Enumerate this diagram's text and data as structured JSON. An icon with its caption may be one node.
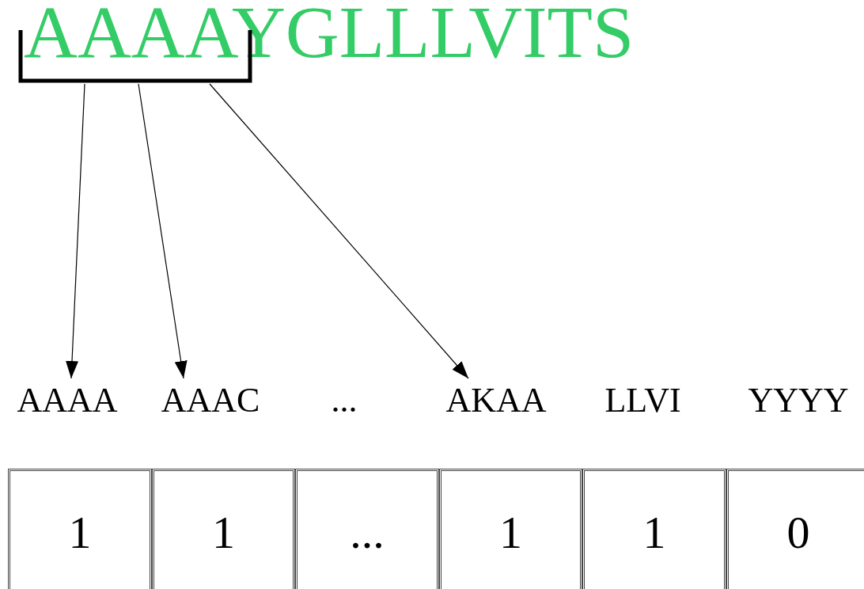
{
  "diagram": {
    "nodes": [
      {
        "text": [],
        "shape": "bracket"
      },
      {
        "text": [
          "AAAA"
        ]
      },
      {
        "text": [
          "AAAC"
        ]
      },
      {
        "text": [
          "..."
        ]
      },
      {
        "text": [
          "AKAA"
        ]
      },
      {
        "text": [
          "LLVI"
        ]
      },
      {
        "text": [
          "YYYY"
        ]
      },
      {
        "text": [
          "1"
        ]
      },
      {
        "text": [
          "1"
        ]
      },
      {
        "text": [
          "..."
        ]
      },
      {
        "text": [
          "1"
        ]
      },
      {
        "text": [
          "1"
        ]
      },
      {
        "text": [
          "0"
        ]
      }
    ],
    "edges": [
      {
        "from": 0,
        "to": 1,
        "arrow": "to"
      },
      {
        "from": 0,
        "to": 2,
        "arrow": "to"
      },
      {
        "from": 0,
        "to": 4,
        "arrow": "to"
      }
    ],
    "labels": [
      "AAAAYGLLLVITS"
    ]
  }
}
